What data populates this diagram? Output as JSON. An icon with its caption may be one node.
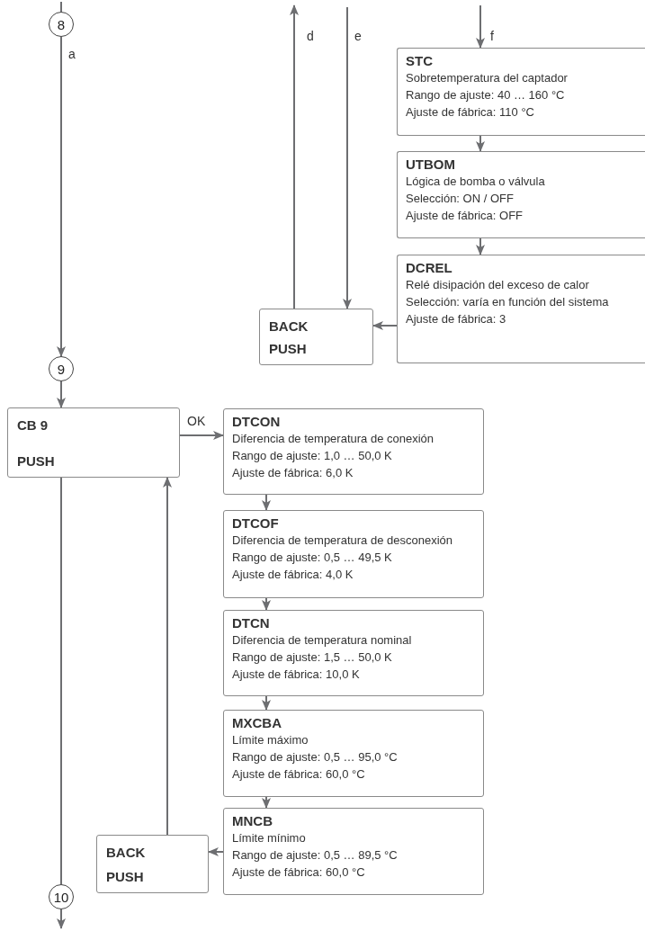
{
  "diagram": {
    "nodes": [
      {
        "text": [
          "8"
        ]
      },
      {
        "text": [
          "9"
        ]
      },
      {
        "text": [
          "10"
        ]
      },
      {
        "text": [
          "BACK",
          "PUSH"
        ]
      },
      {
        "text": [
          "STC",
          "Sobretemperatura del captador",
          "Rango de ajuste: 40 … 160 °C",
          "Ajuste de fábrica: 110 °C"
        ]
      },
      {
        "text": [
          "UTBOM",
          "Lógica de bomba o válvula",
          "Selección: ON / OFF",
          "Ajuste de fábrica: OFF"
        ]
      },
      {
        "text": [
          "DCREL",
          "Relé disipación del exceso de calor",
          "Selección: varía en función del sistema",
          "Ajuste de fábrica: 3"
        ]
      },
      {
        "text": [
          "CB 9",
          "PUSH"
        ]
      },
      {
        "text": [
          "DTCON",
          "Diferencia de temperatura de conexión",
          "Rango de ajuste: 1,0 … 50,0 K",
          "Ajuste de fábrica: 6,0 K"
        ]
      },
      {
        "text": [
          "DTCOF",
          "Diferencia de temperatura de desconexión",
          "Rango de ajuste: 0,5 … 49,5 K",
          "Ajuste de fábrica: 4,0 K"
        ]
      },
      {
        "text": [
          "DTCN",
          "Diferencia de temperatura nominal",
          "Rango de ajuste: 1,5 … 50,0 K",
          "Ajuste de fábrica: 10,0 K"
        ]
      },
      {
        "text": [
          "MXCBA",
          "Límite máximo",
          "Rango de ajuste: 0,5 … 95,0 °C",
          "Ajuste de fábrica: 60,0 °C"
        ]
      },
      {
        "text": [
          "MNCB",
          "Límite mínimo",
          "Rango de ajuste: 0,5 … 89,5 °C",
          "Ajuste de fábrica: 60,0 °C"
        ]
      },
      {
        "text": [
          "BACK",
          "PUSH"
        ]
      }
    ],
    "edges": [
      {
        "from": null,
        "to": 0,
        "arrow": "none"
      },
      {
        "from": 0,
        "to": 1,
        "arrow": "to",
        "label": "a"
      },
      {
        "from": 3,
        "to": null,
        "arrow": "to",
        "label": "d"
      },
      {
        "from": null,
        "to": 3,
        "arrow": "to",
        "label": "e"
      },
      {
        "from": null,
        "to": 4,
        "arrow": "to",
        "label": "f"
      },
      {
        "from": 4,
        "to": 5,
        "arrow": "to"
      },
      {
        "from": 5,
        "to": 6,
        "arrow": "to"
      },
      {
        "from": 6,
        "to": 3,
        "arrow": "to"
      },
      {
        "from": 1,
        "to": 7,
        "arrow": "to"
      },
      {
        "from": 7,
        "to": 8,
        "arrow": "to",
        "label": "OK"
      },
      {
        "from": 8,
        "to": 9,
        "arrow": "to"
      },
      {
        "from": 9,
        "to": 10,
        "arrow": "to"
      },
      {
        "from": 10,
        "to": 11,
        "arrow": "to"
      },
      {
        "from": 11,
        "to": 12,
        "arrow": "to"
      },
      {
        "from": 12,
        "to": 13,
        "arrow": "to"
      },
      {
        "from": 13,
        "to": 7,
        "arrow": "to"
      },
      {
        "from": 7,
        "to": 2,
        "arrow": "none"
      },
      {
        "from": 2,
        "to": null,
        "arrow": "to"
      }
    ]
  }
}
